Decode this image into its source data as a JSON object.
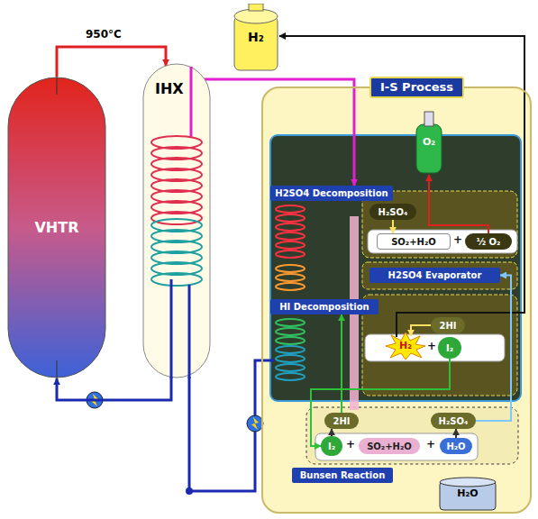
{
  "diagram": {
    "nodes": [
      {
        "text": [
          "VHTR"
        ]
      },
      {
        "text": [
          "IHX"
        ]
      },
      {
        "text": [
          "H₂"
        ]
      },
      {
        "text": [
          "I-S Process"
        ]
      },
      {
        "text": [
          "O₂"
        ],
        "in": 3
      },
      {
        "text": [
          "H2SO4 Decomposition"
        ],
        "in": 3
      },
      {
        "text": [
          "H₂SO₄"
        ],
        "in": 3
      },
      {
        "text": [
          "SO₂+H₂O"
        ],
        "in": 3
      },
      {
        "text": [
          "½ O₂"
        ],
        "in": 3
      },
      {
        "text": [
          "H2SO4 Evaporator"
        ],
        "in": 3
      },
      {
        "text": [
          "HI Decomposition"
        ],
        "in": 3
      },
      {
        "text": [
          "2HI"
        ],
        "in": 3
      },
      {
        "text": [
          "H₂"
        ],
        "in": 3
      },
      {
        "text": [
          "I₂"
        ],
        "in": 3
      },
      {
        "text": [
          "2HI"
        ],
        "in": 3
      },
      {
        "text": [
          "H₂SO₄"
        ],
        "in": 3
      },
      {
        "text": [
          "I₂"
        ],
        "in": 3
      },
      {
        "text": [
          "SO₂+H₂O"
        ],
        "in": 3
      },
      {
        "text": [
          "H₂O"
        ],
        "in": 3
      },
      {
        "text": [
          "Bunsen Reaction"
        ],
        "in": 3
      },
      {
        "text": [
          "H₂O"
        ],
        "in": 3
      }
    ],
    "edges": [
      {
        "from": 0,
        "to": 1,
        "arrow": "to"
      },
      {
        "from": 1,
        "to": 0,
        "arrow": "to"
      },
      {
        "from": 1,
        "to": 5,
        "arrow": "to"
      },
      {
        "from": 12,
        "to": 2,
        "arrow": "to"
      },
      {
        "from": 6,
        "to": 7,
        "arrow": "to"
      },
      {
        "from": 8,
        "to": 4,
        "arrow": "to"
      },
      {
        "from": 11,
        "to": 12,
        "arrow": "to"
      },
      {
        "from": 13,
        "to": 16,
        "arrow": "to"
      },
      {
        "from": 15,
        "to": 9,
        "arrow": "to"
      },
      {
        "from": 14,
        "to": 10,
        "arrow": "to"
      },
      {
        "from": 16,
        "to": 14,
        "arrow": "to"
      },
      {
        "from": 18,
        "to": 15,
        "arrow": "to"
      }
    ],
    "labels": [
      "950°C",
      "+",
      "+",
      "+",
      "+"
    ]
  }
}
